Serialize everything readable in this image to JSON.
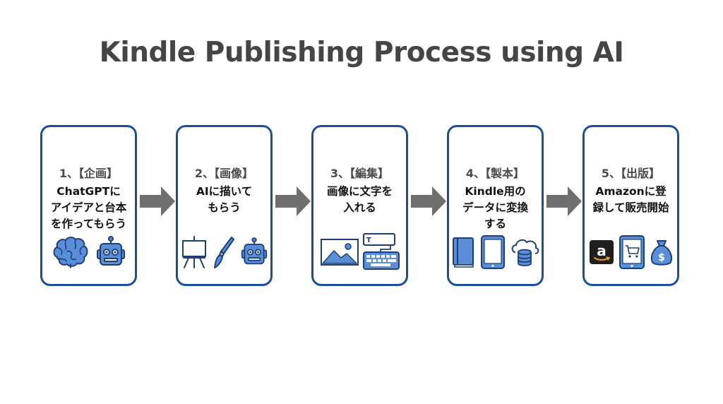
{
  "title": "Kindle Publishing Process using AI",
  "colors": {
    "box_border": "#1b4f9a",
    "icon_fill": "#5b8ed9",
    "icon_stroke": "#1d3f73",
    "arrow": "#6f6f6f",
    "title_text": "#454545"
  },
  "steps": [
    {
      "heading": "1、【企画】",
      "lines": [
        "ChatGPTに",
        "アイデアと台本",
        "を作ってもらう"
      ],
      "icons": [
        "brain-icon",
        "robot-icon"
      ]
    },
    {
      "heading": "2、【画像】",
      "lines": [
        "AIに描いて",
        "もらう"
      ],
      "icons": [
        "easel-icon",
        "paintbrush-icon",
        "robot-icon"
      ]
    },
    {
      "heading": "3、【編集】",
      "lines": [
        "画像に文字を",
        "入れる"
      ],
      "icons": [
        "image-icon",
        "keyboard-text-icon"
      ]
    },
    {
      "heading": "4、【製本】",
      "lines": [
        "Kindle用の",
        "データに変換",
        "する"
      ],
      "icons": [
        "book-icon",
        "tablet-icon",
        "cloud-database-icon"
      ]
    },
    {
      "heading": "5、【出版】",
      "lines": [
        "Amazonに登",
        "録して販売開始"
      ],
      "icons": [
        "amazon-logo-icon",
        "shopping-cart-tablet-icon",
        "money-bag-icon"
      ]
    }
  ],
  "connectors": [
    "arrow-right-icon",
    "arrow-right-icon",
    "arrow-right-icon",
    "arrow-right-icon"
  ]
}
